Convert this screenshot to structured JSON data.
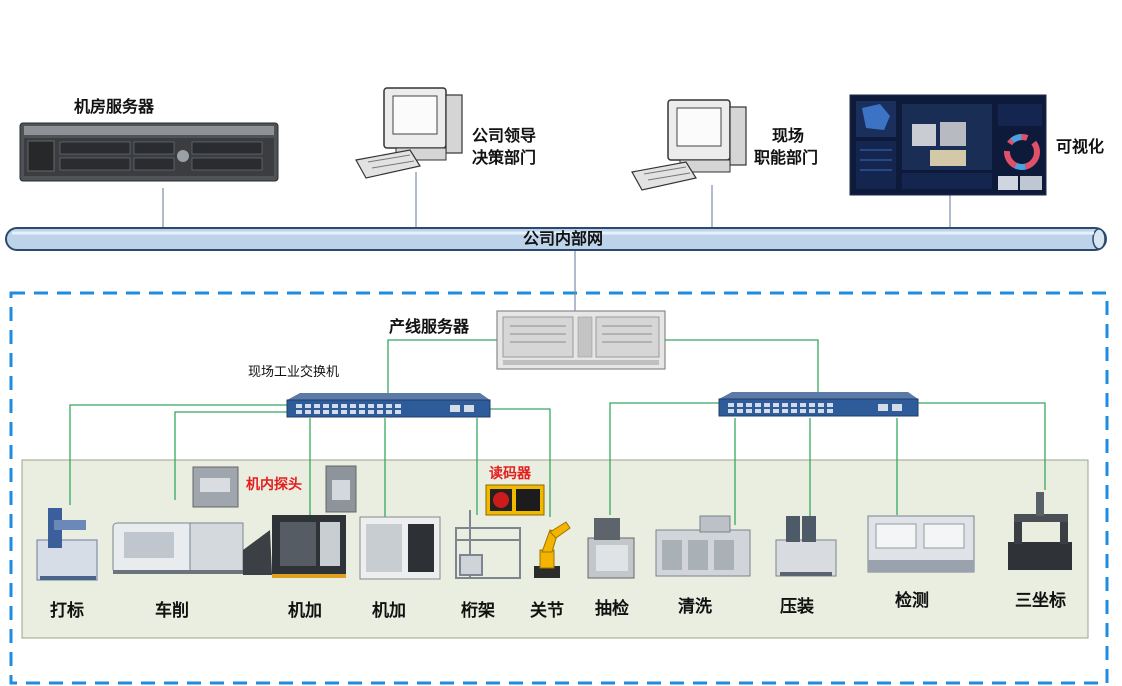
{
  "top": {
    "server_room_label": "机房服务器",
    "leadership_label_1": "公司领导",
    "leadership_label_2": "决策部门",
    "field_label_1": "现场",
    "field_label_2": "职能部门",
    "visualization_label": "可视化"
  },
  "network": {
    "intranet_label": "公司内部网"
  },
  "line": {
    "server_label": "产线服务器",
    "switch_label": "现场工业交换机"
  },
  "annotations": {
    "probe_label": "机内探头",
    "reader_label": "读码器"
  },
  "stations": [
    {
      "label": "打标"
    },
    {
      "label": "车削"
    },
    {
      "label": "机加"
    },
    {
      "label": "机加"
    },
    {
      "label": "桁架"
    },
    {
      "label": "关节"
    },
    {
      "label": "抽检"
    },
    {
      "label": "清洗"
    },
    {
      "label": "压装"
    },
    {
      "label": "检测"
    },
    {
      "label": "三坐标"
    }
  ],
  "colors": {
    "pipe": "#bcd3ea",
    "pipe_edge": "#2c4a6e",
    "green_line": "#35a860",
    "dashed_border": "#1f8ce0",
    "station_panel": "#e9eee0",
    "switch_body": "#2e5c9a"
  }
}
